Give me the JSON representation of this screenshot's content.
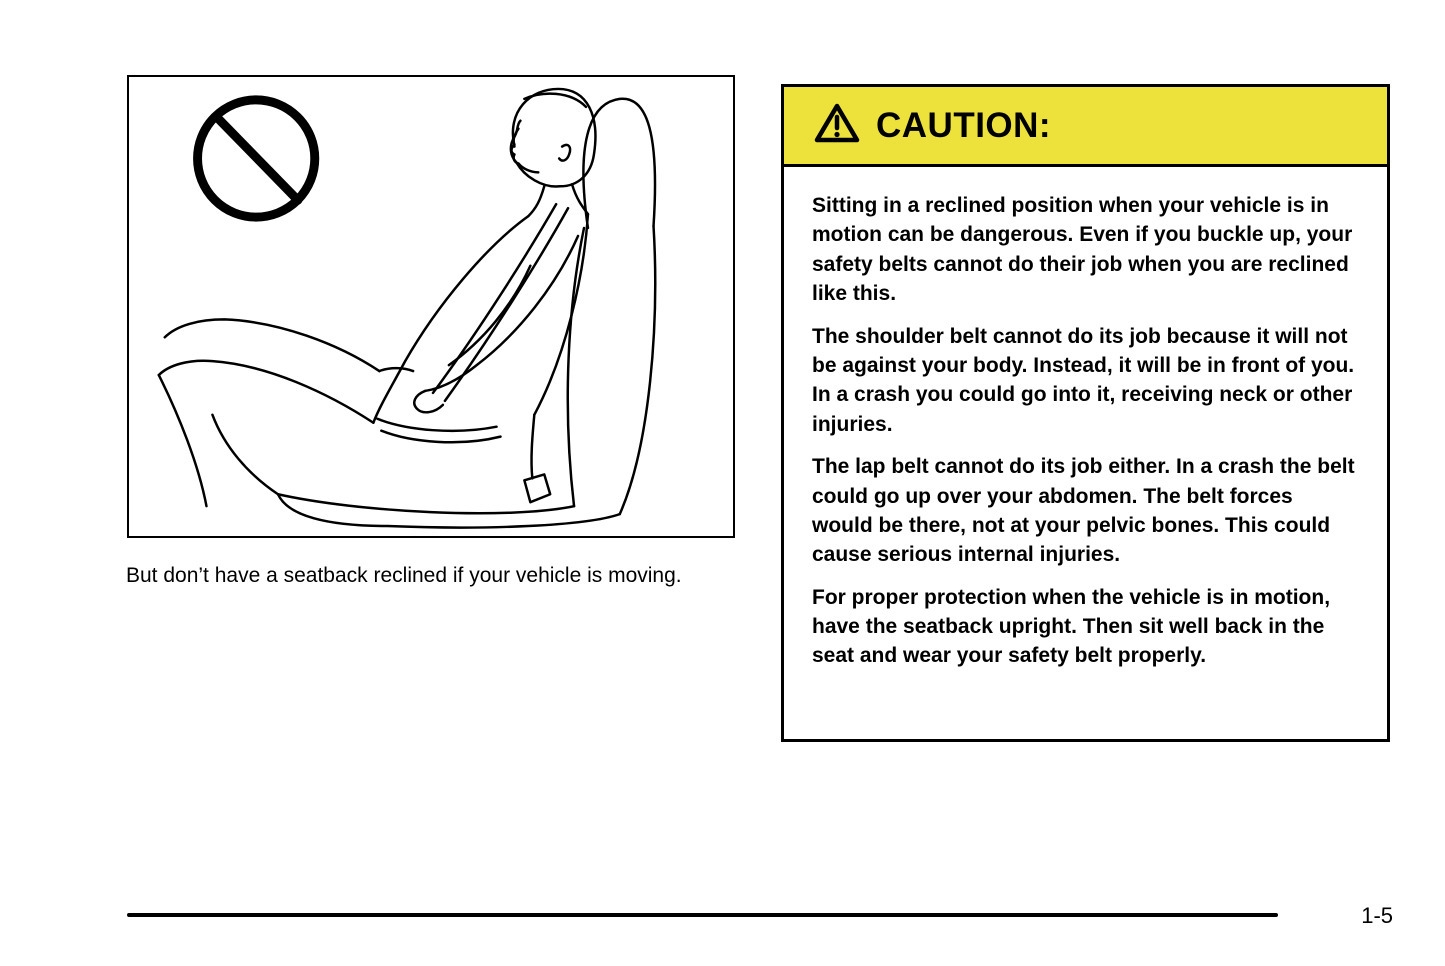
{
  "figure": {
    "caption": "But don’t have a seatback reclined if your vehicle is moving."
  },
  "caution": {
    "title": "CAUTION:",
    "header_bg": "#EDE23C",
    "paragraphs": [
      "Sitting in a reclined position when your vehicle is in motion can be dangerous. Even if you buckle up, your safety belts cannot do their job when you are reclined like this.",
      "The shoulder belt cannot do its job because it will not be against your body. Instead, it will be in front of you. In a crash you could go into it, receiving neck or other injuries.",
      "The lap belt cannot do its job either. In a crash the belt could go up over your abdomen. The belt forces would be there, not at your pelvic bones. This could cause serious internal injuries.",
      "For proper protection when the vehicle is in motion, have the seatback upright. Then sit well back in the seat and wear your safety belt properly."
    ]
  },
  "footer": {
    "page_number": "1-5"
  },
  "icons": {
    "warning_triangle": "warning-triangle-icon",
    "no_symbol": "no-symbol-icon"
  }
}
